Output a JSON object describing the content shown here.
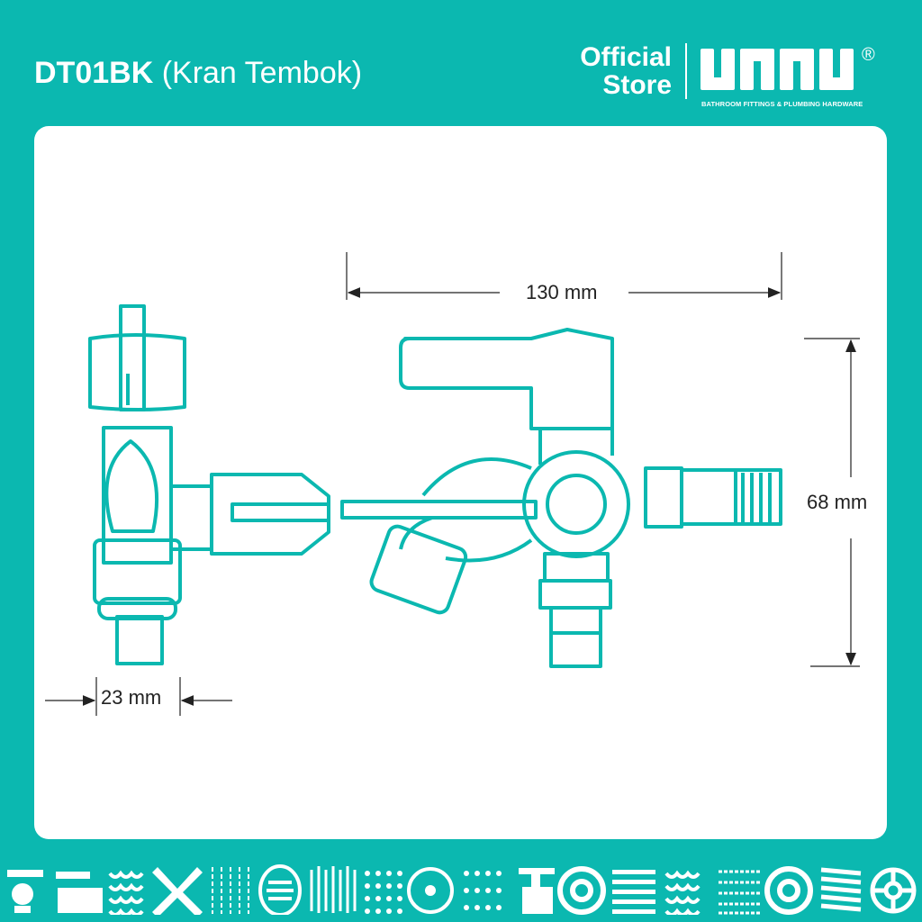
{
  "header": {
    "model": "DT01BK",
    "subtitle": "(Kran Tembok)"
  },
  "brand": {
    "official_line1": "Official",
    "official_line2": "Store",
    "logo_text": "UNNU",
    "registered": "®",
    "tagline": "BATHROOM FITTINGS & PLUMBING HARDWARE"
  },
  "dimensions": {
    "width": "130 mm",
    "height": "68 mm",
    "depth": "23 mm"
  },
  "colors": {
    "accent": "#0bb8b0",
    "card": "#ffffff",
    "line": "#222222"
  }
}
